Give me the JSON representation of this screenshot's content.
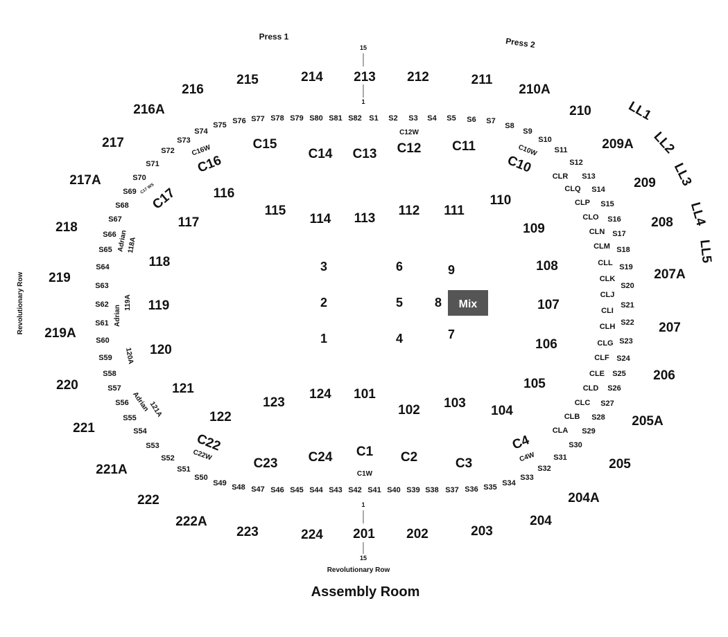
{
  "venue": {
    "title": "Assembly Room",
    "labels": {
      "press_1": "Press 1",
      "press_2": "Press 2",
      "revolutionary_row_bottom": "Revolutionary Row",
      "revolutionary_row_side": "Revolutionary Row",
      "row_top_outer": "15",
      "row_top_inner": "1",
      "row_bottom_inner": "1",
      "row_bottom_outer": "15"
    },
    "mix": "Mix",
    "colors": {
      "mix_bg": "#555555",
      "text": "#111111",
      "lines": "#555555"
    }
  },
  "sections": {
    "upper": [
      "216",
      "215",
      "214",
      "213",
      "212",
      "211",
      "210A",
      "216A",
      "210",
      "217",
      "209A",
      "217A",
      "209",
      "218",
      "208",
      "219",
      "207A",
      "219A",
      "207",
      "220",
      "206",
      "221",
      "205A",
      "221A",
      "205",
      "222",
      "204A",
      "222A",
      "204",
      "223",
      "224",
      "201",
      "202",
      "203",
      "LL1",
      "LL2",
      "LL3",
      "LL4",
      "LL5"
    ],
    "lower": [
      "116",
      "117",
      "115",
      "114",
      "113",
      "112",
      "111",
      "110",
      "109",
      "118",
      "108",
      "119",
      "107",
      "120",
      "106",
      "121",
      "105",
      "122",
      "123",
      "124",
      "101",
      "102",
      "103",
      "104"
    ],
    "club": [
      "C15",
      "C14",
      "C13",
      "C12",
      "C11",
      "C16",
      "C10",
      "C17",
      "C22",
      "C23",
      "C24",
      "C1",
      "C2",
      "C3",
      "C4"
    ],
    "floor": [
      "3",
      "6",
      "9",
      "2",
      "5",
      "8",
      "1",
      "4",
      "7"
    ],
    "suites_top": [
      "S76",
      "S77",
      "S78",
      "S79",
      "S80",
      "S81",
      "S82",
      "S1",
      "S2",
      "S3",
      "S4",
      "S5",
      "S6",
      "S7",
      "S8",
      "S75",
      "S74",
      "S73",
      "S72",
      "S71",
      "S70",
      "S69",
      "S68",
      "S67",
      "S66",
      "S65",
      "S64",
      "S63",
      "S62",
      "S61",
      "S60",
      "S59",
      "S58",
      "S57",
      "S56",
      "S55",
      "S54",
      "S53",
      "S52",
      "S51",
      "S50",
      "S49",
      "S48"
    ],
    "suites_bottom": [
      "S47",
      "S46",
      "S45",
      "S44",
      "S43",
      "S42",
      "S41",
      "S40",
      "S39",
      "S38",
      "S37",
      "S36",
      "S35",
      "S34",
      "S33",
      "S32",
      "S31",
      "S30",
      "S29",
      "S28",
      "S27",
      "S26",
      "S25",
      "S24",
      "S23",
      "S22",
      "S21",
      "S20",
      "S19",
      "S18",
      "S17",
      "S16",
      "S15",
      "S14",
      "S13",
      "S12",
      "S11",
      "S10",
      "S9"
    ],
    "club_boxes": [
      "CLR",
      "CLQ",
      "CLP",
      "CLO",
      "CLN",
      "CLM",
      "CLL",
      "CLK",
      "CLJ",
      "CLI",
      "CLH",
      "CLG",
      "CLF",
      "CLE",
      "CLD",
      "CLC",
      "CLB",
      "CLA"
    ],
    "small": [
      "C12W",
      "C16W",
      "C10W",
      "C22W",
      "C4W",
      "C1W",
      "118A",
      "119A",
      "120A",
      "121A",
      "Adrian",
      "Adrian",
      "Adrian"
    ],
    "micro": [
      "C17 WS"
    ]
  }
}
